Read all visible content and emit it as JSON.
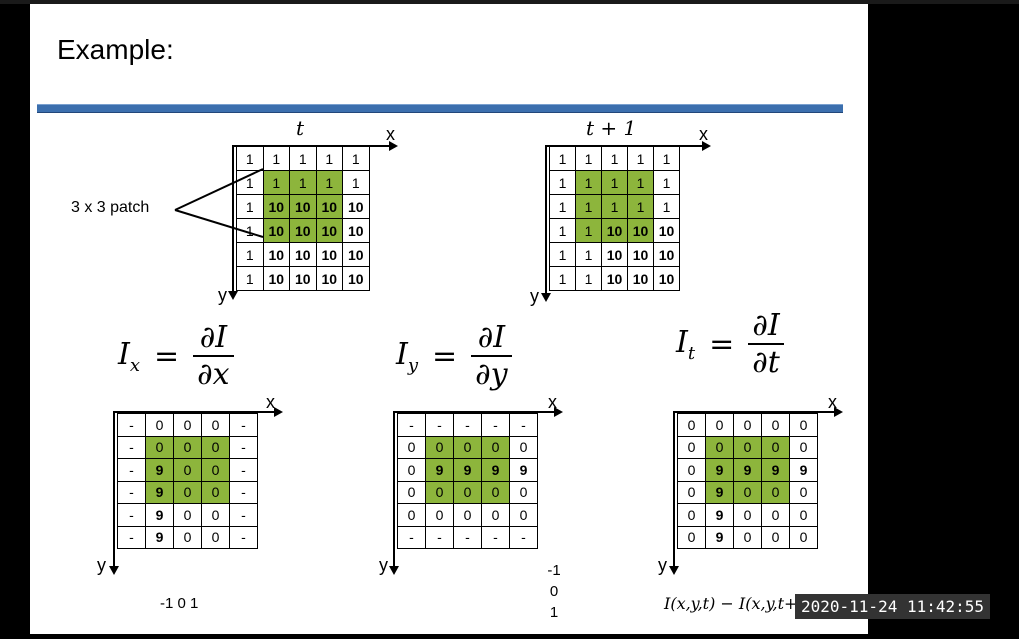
{
  "title": "Example:",
  "patch_label": "3 x 3 patch",
  "axis": {
    "x": "x",
    "y": "y"
  },
  "grid_t": {
    "label": "t",
    "cells": [
      [
        "1",
        "1",
        "1",
        "1",
        "1"
      ],
      [
        "1",
        "1",
        "1",
        "1",
        "1"
      ],
      [
        "1",
        "10",
        "10",
        "10",
        "10"
      ],
      [
        "1",
        "10",
        "10",
        "10",
        "10"
      ],
      [
        "1",
        "10",
        "10",
        "10",
        "10"
      ],
      [
        "1",
        "10",
        "10",
        "10",
        "10"
      ]
    ],
    "green": [
      [
        1,
        1
      ],
      [
        1,
        2
      ],
      [
        1,
        3
      ],
      [
        2,
        1
      ],
      [
        2,
        2
      ],
      [
        2,
        3
      ],
      [
        3,
        1
      ],
      [
        3,
        2
      ],
      [
        3,
        3
      ]
    ]
  },
  "grid_t1": {
    "label": "t + 1",
    "cells": [
      [
        "1",
        "1",
        "1",
        "1",
        "1"
      ],
      [
        "1",
        "1",
        "1",
        "1",
        "1"
      ],
      [
        "1",
        "1",
        "1",
        "1",
        "1"
      ],
      [
        "1",
        "1",
        "10",
        "10",
        "10"
      ],
      [
        "1",
        "1",
        "10",
        "10",
        "10"
      ],
      [
        "1",
        "1",
        "10",
        "10",
        "10"
      ]
    ],
    "green": [
      [
        1,
        1
      ],
      [
        1,
        2
      ],
      [
        1,
        3
      ],
      [
        2,
        1
      ],
      [
        2,
        2
      ],
      [
        2,
        3
      ],
      [
        3,
        1
      ],
      [
        3,
        2
      ],
      [
        3,
        3
      ]
    ]
  },
  "eq_x": {
    "lhs": "I",
    "sub": "x",
    "num": "∂I",
    "den": "∂x"
  },
  "eq_y": {
    "lhs": "I",
    "sub": "y",
    "num": "∂I",
    "den": "∂y"
  },
  "eq_t": {
    "lhs": "I",
    "sub": "t",
    "num": "∂I",
    "den": "∂t"
  },
  "grid_ix": {
    "cells": [
      [
        "-",
        "0",
        "0",
        "0",
        "-"
      ],
      [
        "-",
        "0",
        "0",
        "0",
        "-"
      ],
      [
        "-",
        "9",
        "0",
        "0",
        "-"
      ],
      [
        "-",
        "9",
        "0",
        "0",
        "-"
      ],
      [
        "-",
        "9",
        "0",
        "0",
        "-"
      ],
      [
        "-",
        "9",
        "0",
        "0",
        "-"
      ]
    ],
    "green": [
      [
        1,
        1
      ],
      [
        1,
        2
      ],
      [
        1,
        3
      ],
      [
        2,
        1
      ],
      [
        2,
        2
      ],
      [
        2,
        3
      ],
      [
        3,
        1
      ],
      [
        3,
        2
      ],
      [
        3,
        3
      ]
    ]
  },
  "grid_iy": {
    "cells": [
      [
        "-",
        "-",
        "-",
        "-",
        "-"
      ],
      [
        "0",
        "0",
        "0",
        "0",
        "0"
      ],
      [
        "0",
        "9",
        "9",
        "9",
        "9"
      ],
      [
        "0",
        "0",
        "0",
        "0",
        "0"
      ],
      [
        "0",
        "0",
        "0",
        "0",
        "0"
      ],
      [
        "-",
        "-",
        "-",
        "-",
        "-"
      ]
    ],
    "green": [
      [
        1,
        1
      ],
      [
        1,
        2
      ],
      [
        1,
        3
      ],
      [
        2,
        1
      ],
      [
        2,
        2
      ],
      [
        2,
        3
      ],
      [
        3,
        1
      ],
      [
        3,
        2
      ],
      [
        3,
        3
      ]
    ]
  },
  "grid_it": {
    "cells": [
      [
        "0",
        "0",
        "0",
        "0",
        "0"
      ],
      [
        "0",
        "0",
        "0",
        "0",
        "0"
      ],
      [
        "0",
        "9",
        "9",
        "9",
        "9"
      ],
      [
        "0",
        "9",
        "0",
        "0",
        "0"
      ],
      [
        "0",
        "9",
        "0",
        "0",
        "0"
      ],
      [
        "0",
        "9",
        "0",
        "0",
        "0"
      ]
    ],
    "green": [
      [
        1,
        1
      ],
      [
        1,
        2
      ],
      [
        1,
        3
      ],
      [
        2,
        1
      ],
      [
        2,
        2
      ],
      [
        2,
        3
      ],
      [
        3,
        1
      ],
      [
        3,
        2
      ],
      [
        3,
        3
      ]
    ]
  },
  "kernel_x": "-1 0 1",
  "kernel_y": [
    "-1",
    "0",
    "1"
  ],
  "it_formula": "I(x,y,t) − I(x,y,t+1)",
  "timestamp": "2020-11-24 11:42:55"
}
